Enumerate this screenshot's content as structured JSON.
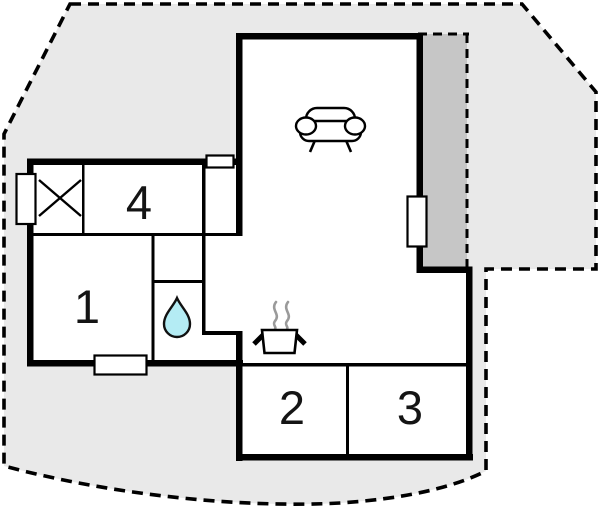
{
  "plan": {
    "title": "floor-plan",
    "rooms": [
      {
        "id": "room-1",
        "label": "1"
      },
      {
        "id": "room-2",
        "label": "2"
      },
      {
        "id": "room-3",
        "label": "3"
      },
      {
        "id": "room-4",
        "label": "4"
      }
    ],
    "icons": {
      "sofa": "sofa-icon",
      "water_drop": "water-drop-icon",
      "cooking_pot": "cooking-pot-icon",
      "steam": "steam-icon",
      "wardrobe_cross": "wardrobe-cross-icon",
      "windows": "window-marker",
      "terrace": "terrace-area",
      "plot": "plot-boundary"
    },
    "colors": {
      "plot_fill": "#e9e9e9",
      "terrace_fill": "#c6c6c6",
      "room_fill": "#ffffff",
      "wall": "#000000",
      "water_drop": "#b4ecf4",
      "steam": "#9a9a9a"
    }
  }
}
